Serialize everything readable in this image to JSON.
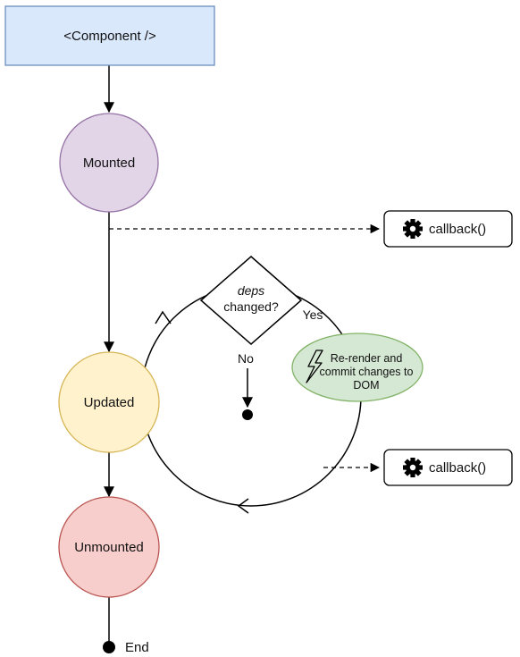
{
  "nodes": {
    "component": {
      "label": "<Component />",
      "fill": "#dae8fc",
      "stroke": "#6c8ebf"
    },
    "mounted": {
      "label": "Mounted",
      "fill": "#e1d5e7",
      "stroke": "#9673a6"
    },
    "updated": {
      "label": "Updated",
      "fill": "#fff2cc",
      "stroke": "#d6b656"
    },
    "unmounted": {
      "label": "Unmounted",
      "fill": "#f8cecc",
      "stroke": "#b85450"
    },
    "end": {
      "label": "End"
    }
  },
  "decision": {
    "line1": "deps",
    "line2": "changed?",
    "yes_label": "Yes",
    "no_label": "No"
  },
  "rerender": {
    "line1": "Re-render and",
    "line2": "commit changes to",
    "line3": "DOM",
    "icon": "lightning-bolt-icon",
    "fill": "#d5e8d4",
    "stroke": "#82b366"
  },
  "callbacks": [
    {
      "label": "callback()",
      "icon": "gear-icon"
    },
    {
      "label": "callback()",
      "icon": "gear-icon"
    }
  ]
}
